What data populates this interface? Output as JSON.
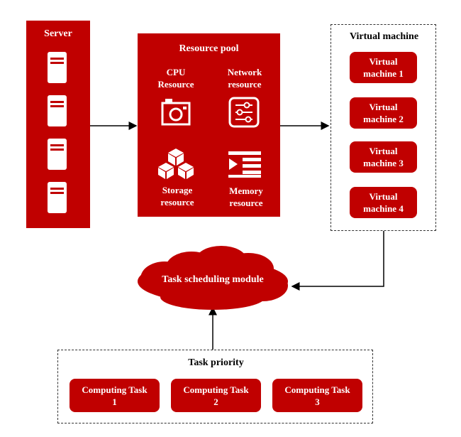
{
  "colors": {
    "accent": "#c00000",
    "text_on_accent": "#ffffff",
    "border": "#333333"
  },
  "server": {
    "title": "Server",
    "icons": [
      "server-icon",
      "server-icon",
      "server-icon",
      "server-icon"
    ]
  },
  "resource_pool": {
    "title": "Resource pool",
    "cpu": {
      "label": "CPU Resource",
      "line1": "CPU",
      "line2": "Resource",
      "icon": "camera-icon"
    },
    "network": {
      "label": "Network resource",
      "line1": "Network",
      "line2": "resource",
      "icon": "sliders-icon"
    },
    "storage": {
      "label": "Storage resource",
      "line1": "Storage",
      "line2": "resource",
      "icon": "cubes-icon"
    },
    "memory": {
      "label": "Memory resource",
      "line1": "Memory",
      "line2": "resource",
      "icon": "memory-icon"
    }
  },
  "virtual_machine": {
    "title": "Virtual machine",
    "items": [
      {
        "line1": "Virtual",
        "line2": "machine 1"
      },
      {
        "line1": "Virtual",
        "line2": "machine 2"
      },
      {
        "line1": "Virtual",
        "line2": "machine 3"
      },
      {
        "line1": "Virtual",
        "line2": "machine 4"
      }
    ]
  },
  "scheduler": {
    "label": "Task scheduling module"
  },
  "task_priority": {
    "title": "Task priority",
    "tasks": [
      {
        "line1": "Computing Task",
        "line2": "1"
      },
      {
        "line1": "Computing Task",
        "line2": "2"
      },
      {
        "line1": "Computing Task",
        "line2": "3"
      }
    ]
  }
}
